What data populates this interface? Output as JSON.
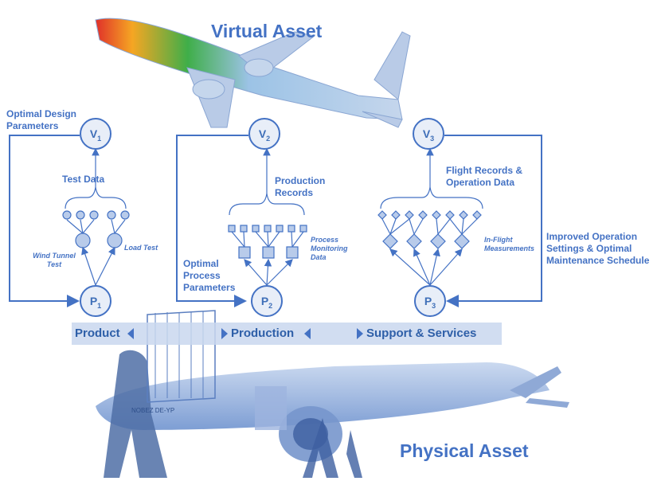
{
  "titles": {
    "virtual": "Virtual Asset",
    "physical": "Physical Asset"
  },
  "nodes": {
    "v1": "V",
    "v1_sub": "1",
    "v2": "V",
    "v2_sub": "2",
    "v3": "V",
    "v3_sub": "3",
    "p1": "P",
    "p1_sub": "1",
    "p2": "P",
    "p2_sub": "2",
    "p3": "P",
    "p3_sub": "3"
  },
  "labels": {
    "optimal_design": "Optimal Design Parameters",
    "test_data": "Test Data",
    "wind_tunnel": "Wind Tunnel Test",
    "load_test": "Load Test",
    "production_records": "Production Records",
    "process_monitoring": "Process Monitoring Data",
    "optimal_process": "Optimal Process Parameters",
    "flight_records": "Flight Records & Operation Data",
    "in_flight": "In-Flight Measurements",
    "improved_operation": "Improved Operation Settings & Optimal Maintenance Schedule"
  },
  "phases": {
    "product": "Product",
    "production": "Production",
    "support": "Support & Services"
  },
  "aircraft_marking": "NOBEZ DE-YP",
  "colors": {
    "primary": "#4472c4",
    "band": "#c9d7ee",
    "node_fill": "#e8eef8",
    "plane_green": "#3fae49",
    "plane_red": "#e0302a"
  }
}
